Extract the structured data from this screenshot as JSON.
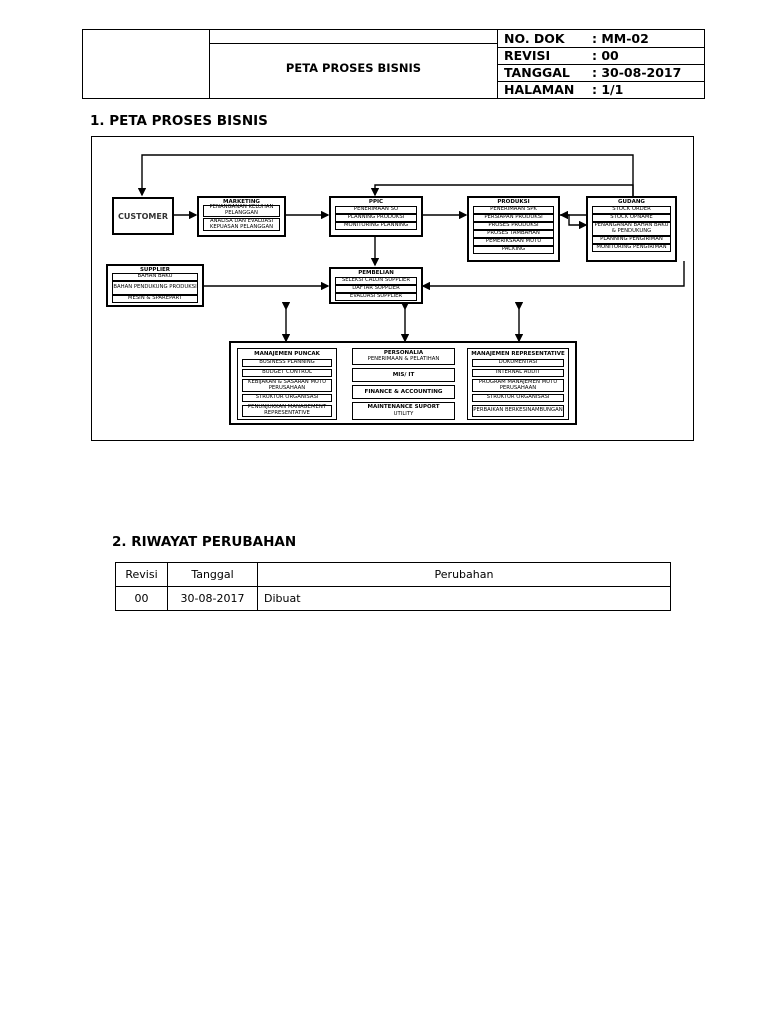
{
  "header": {
    "title": "PETA PROSES BISNIS",
    "meta": [
      {
        "key": "NO. DOK",
        "value": ": MM-02"
      },
      {
        "key": "REVISI",
        "value": ": 00"
      },
      {
        "key": "TANGGAL",
        "value": ": 30-08-2017"
      },
      {
        "key": "HALAMAN",
        "value": ": 1/1"
      }
    ]
  },
  "section1": "1.  PETA PROSES BISNIS",
  "diagram": {
    "customer": "CUSTOMER",
    "marketing": {
      "title": "MARKETING",
      "items": [
        "PENANGANAN KELUHAN PELANGGAN",
        "ANALISA DAN EVALUASI KEPUASAN PELANGGAN"
      ]
    },
    "ppic": {
      "title": "PPIC",
      "items": [
        "PENERIMAAN SO",
        "PLANNING PRODUKSI",
        "MONITORING PLANNING"
      ]
    },
    "produksi": {
      "title": "PRODUKSI",
      "items": [
        "PENERIMAAN SPK",
        "PERSIAPAN PRODUKSI",
        "PROSES PRODUKSI",
        "PROSES TAMBAHAN",
        "PEMERIKSAAN MUTU",
        "PACKING"
      ]
    },
    "gudang": {
      "title": "GUDANG",
      "items": [
        "STOCK ORDER",
        "STOCK OPNAME",
        "PENANGANAN BAHAN BAKU & PENDUKUNG",
        "PLANNING PENGIRIMAN",
        "MONITORING PENGIRIMAN"
      ]
    },
    "supplier": {
      "title": "SUPPLIER",
      "items": [
        "BAHAN BAKU",
        "BAHAN PENDUKUNG PRODUKSI",
        "MESIN & SPAREPART"
      ]
    },
    "pembelian": {
      "title": "PEMBELIAN",
      "items": [
        "SELEKSI CALON SUPPLIER",
        "DAFTAR SUPPLIER",
        "EVALUASI SUPPLIER"
      ]
    },
    "manajemen_puncak": {
      "title": "MANAJEMEN PUNCAK",
      "items": [
        "BUSINESS PLANNING",
        "BUDGET CONTROL",
        "KEBIJAKAN & SASARAN MUTU PERUSAHAAN",
        "STRUKTUR ORGANISASI",
        "PENUNJUKKAN MANAGEMENT REPRESENTATIVE"
      ]
    },
    "personalia": {
      "title": "PERSONALIA",
      "items": [
        "PENERIMAAN & PELATIHAN"
      ]
    },
    "mis_it": "MIS/ IT",
    "finance": "FINANCE & ACCOUNTING",
    "maintenance": {
      "title": "MAINTENANCE SUPORT",
      "items": [
        "UTILITY"
      ]
    },
    "manajemen_representative": {
      "title": "MANAJEMEN REPRESENTATIVE",
      "items": [
        "DOKUMENTASI",
        "INTERNAL AUDIT",
        "PROGRAM MANAJEMEN MUTU PERUSAHAAN",
        "STRUKTUR ORGANISASI",
        "PERBAIKAN BERKESINAMBUNGAN"
      ]
    }
  },
  "section2": "2.  RIWAYAT PERUBAHAN",
  "revision_table": {
    "headers": [
      "Revisi",
      "Tanggal",
      "Perubahan"
    ],
    "rows": [
      [
        "00",
        "30-08-2017",
        "Dibuat"
      ]
    ]
  }
}
